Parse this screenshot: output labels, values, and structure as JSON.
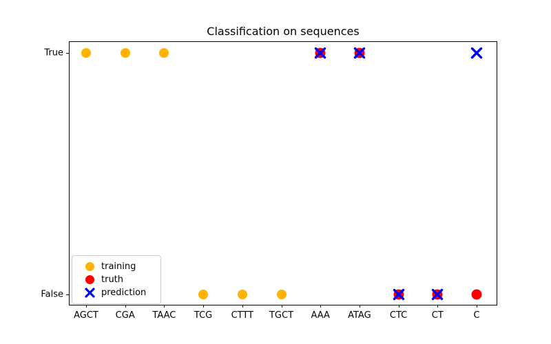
{
  "chart_data": {
    "type": "scatter",
    "title": "Classification on sequences",
    "categories": [
      "AGCT",
      "CGA",
      "TAAC",
      "TCG",
      "CTTT",
      "TGCT",
      "AAA",
      "ATAG",
      "CTC",
      "CT",
      "C"
    ],
    "y_tick_labels": [
      "True",
      "False"
    ],
    "grid": false,
    "legend_position": "lower left",
    "series": [
      {
        "name": "training",
        "marker": "circle",
        "color": "#FFB300",
        "points": [
          {
            "x": "AGCT",
            "y": "True"
          },
          {
            "x": "CGA",
            "y": "True"
          },
          {
            "x": "TAAC",
            "y": "True"
          },
          {
            "x": "TCG",
            "y": "False"
          },
          {
            "x": "CTTT",
            "y": "False"
          },
          {
            "x": "TGCT",
            "y": "False"
          }
        ]
      },
      {
        "name": "truth",
        "marker": "circle",
        "color": "#FF0000",
        "points": [
          {
            "x": "AAA",
            "y": "True"
          },
          {
            "x": "ATAG",
            "y": "True"
          },
          {
            "x": "CTC",
            "y": "False"
          },
          {
            "x": "CT",
            "y": "False"
          },
          {
            "x": "C",
            "y": "False"
          }
        ]
      },
      {
        "name": "prediction",
        "marker": "x",
        "color": "#0000FF",
        "points": [
          {
            "x": "AAA",
            "y": "True"
          },
          {
            "x": "ATAG",
            "y": "True"
          },
          {
            "x": "CTC",
            "y": "False"
          },
          {
            "x": "CT",
            "y": "False"
          },
          {
            "x": "C",
            "y": "True"
          }
        ]
      }
    ],
    "legend": [
      "training",
      "truth",
      "prediction"
    ]
  }
}
